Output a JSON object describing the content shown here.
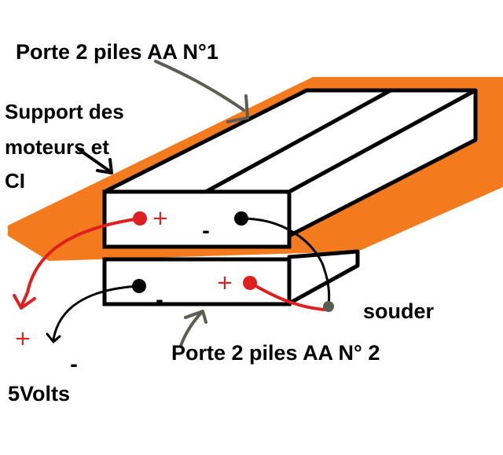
{
  "labels": {
    "holder_1": "Porte 2 piles AA N°1",
    "support_line_1": "Support des",
    "support_line_2": "moteurs et",
    "support_line_3": "CI",
    "holder_2": "Porte 2 piles AA N° 2",
    "solder": "souder",
    "voltage": "5Volts"
  },
  "polarity": {
    "plus": "+",
    "minus": "-"
  },
  "colors": {
    "board": "#f47a1e",
    "outline": "#000000",
    "positive_wire": "#e02020",
    "pointer_arrow": "#5c5c52",
    "background": "#ffffff"
  },
  "icons": [
    "battery-holder-1",
    "battery-holder-2",
    "motor-support-board",
    "arrow",
    "wire"
  ]
}
